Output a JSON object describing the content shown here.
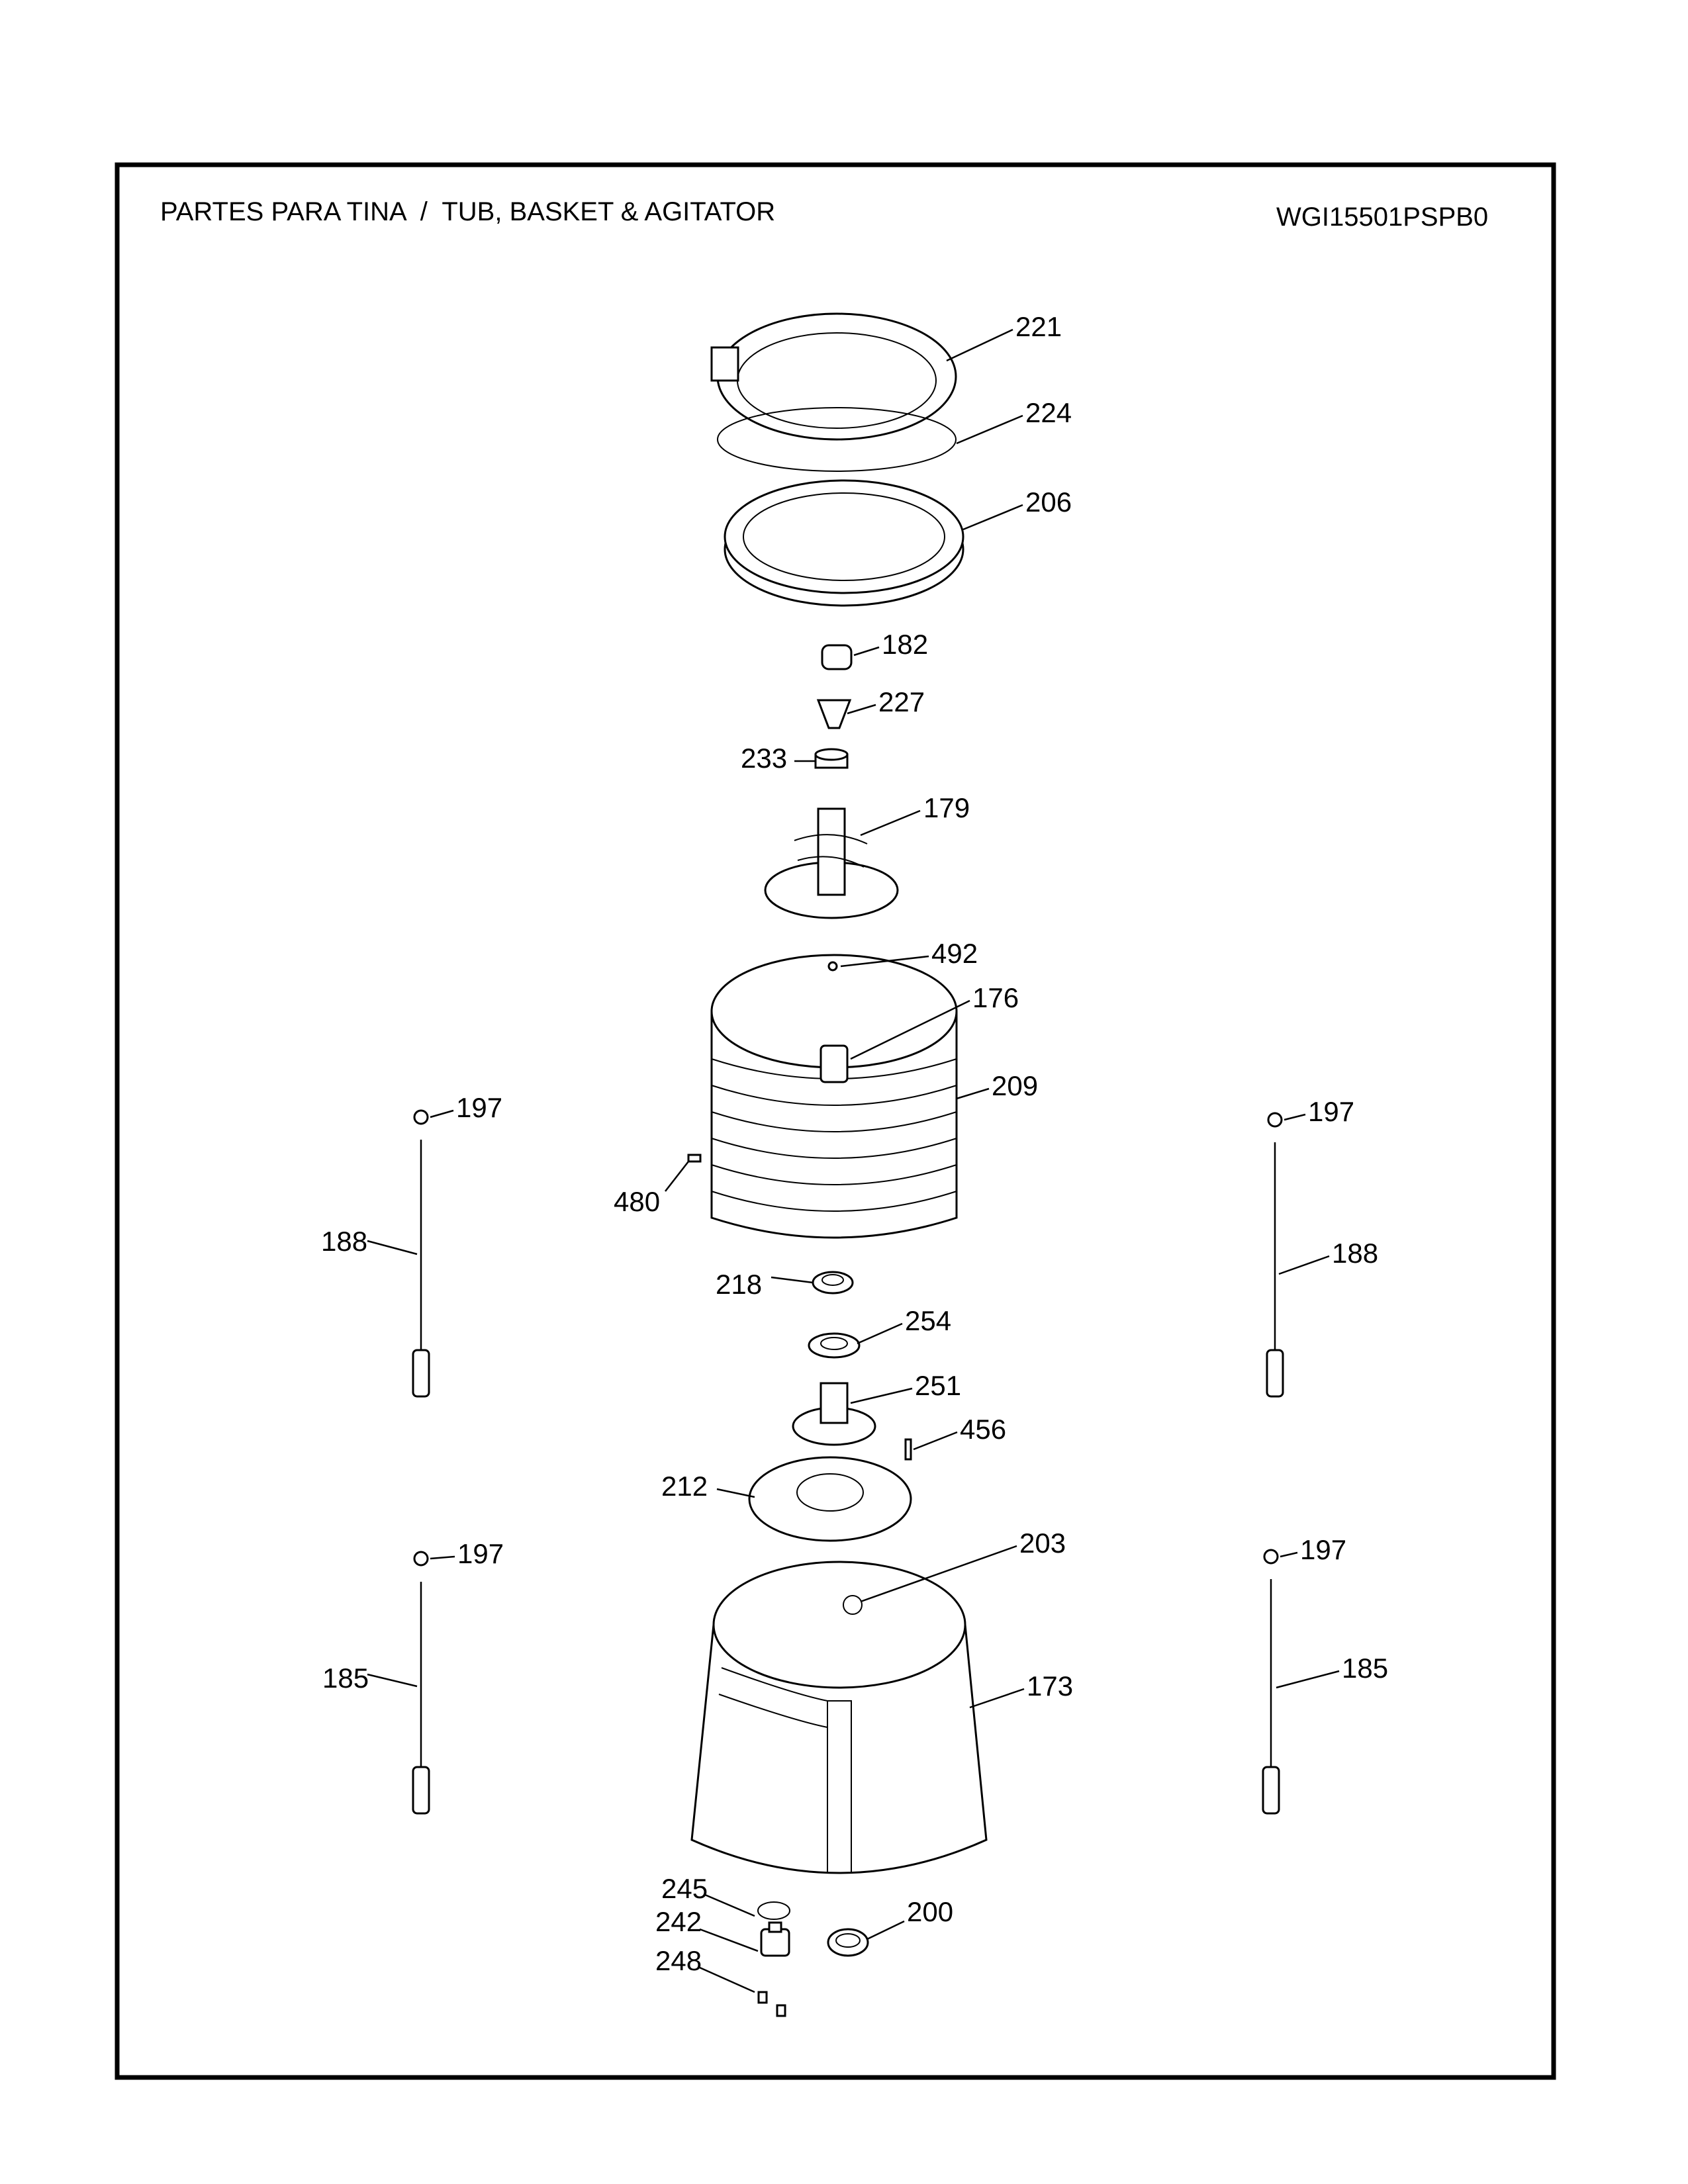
{
  "header": {
    "title": "PARTES PARA TINA  /  TUB, BASKET & AGITATOR",
    "model": "WGI15501PSPB0"
  },
  "parts": [
    "221",
    "224",
    "206",
    "182",
    "227",
    "233",
    "179",
    "492",
    "176",
    "209",
    "197",
    "197",
    "480",
    "188",
    "188",
    "218",
    "254",
    "251",
    "456",
    "212",
    "203",
    "197",
    "197",
    "185",
    "173",
    "185",
    "245",
    "242",
    "248",
    "200"
  ]
}
